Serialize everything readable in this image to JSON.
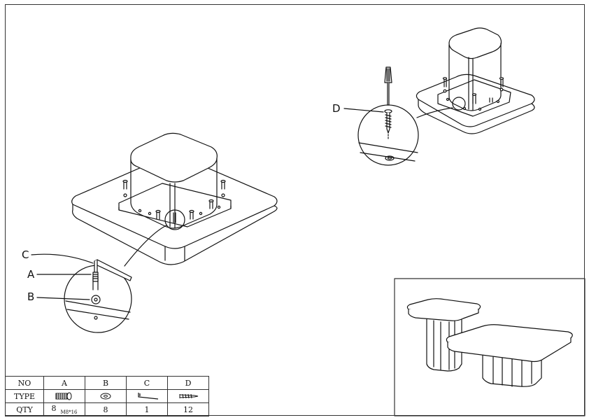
{
  "callouts": {
    "c": "C",
    "a": "A",
    "b": "B",
    "d": "D"
  },
  "parts_table": {
    "row_labels": {
      "no": "NO",
      "type": "TYPE",
      "qty": "QTY"
    },
    "parts": [
      {
        "no": "A",
        "icon": "bolt-icon",
        "qty": "8",
        "spec": "M8*16"
      },
      {
        "no": "B",
        "icon": "washer-icon",
        "qty": "8"
      },
      {
        "no": "C",
        "icon": "allen-key-icon",
        "qty": "1"
      },
      {
        "no": "D",
        "icon": "wood-screw-icon",
        "qty": "12"
      }
    ]
  },
  "colors": {
    "line": "#111111",
    "frame": "#333333",
    "background": "#ffffff"
  }
}
